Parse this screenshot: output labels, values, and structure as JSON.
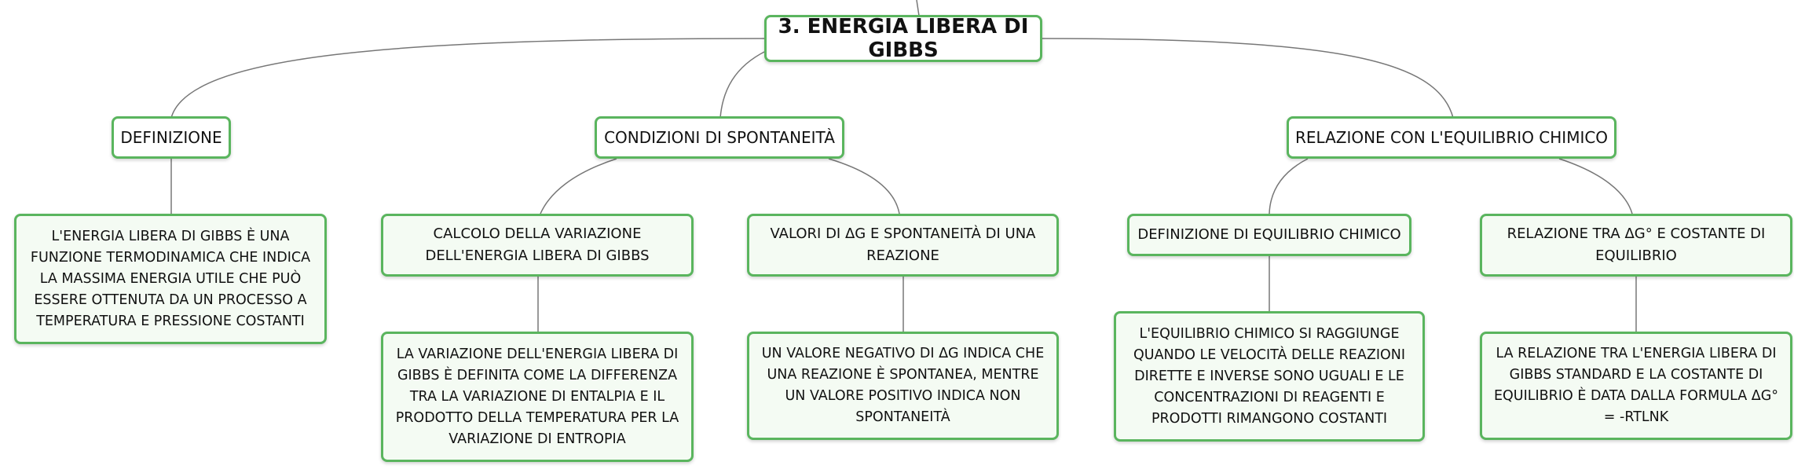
{
  "root": {
    "label": "3. ENERGIA LIBERA DI GIBBS"
  },
  "branches": {
    "definizione": {
      "label": "DEFINIZIONE",
      "leaf": "L'ENERGIA LIBERA DI GIBBS È UNA FUNZIONE TERMODINAMICA CHE INDICA LA MASSIMA ENERGIA UTILE CHE PUÒ ESSERE OTTENUTA DA UN PROCESSO A TEMPERATURA E PRESSIONE COSTANTI"
    },
    "spontaneita": {
      "label": "CONDIZIONI DI SPONTANEITÀ",
      "sub1": {
        "label": "CALCOLO DELLA VARIAZIONE DELL'ENERGIA LIBERA DI GIBBS",
        "leaf": "LA VARIAZIONE DELL'ENERGIA LIBERA DI GIBBS È DEFINITA COME LA DIFFERENZA TRA LA VARIAZIONE DI ENTALPIA E IL PRODOTTO DELLA TEMPERATURA PER LA VARIAZIONE DI ENTROPIA"
      },
      "sub2": {
        "label": "VALORI DI ΔG E SPONTANEITÀ DI UNA REAZIONE",
        "leaf": "UN VALORE NEGATIVO DI ΔG INDICA CHE UNA REAZIONE È SPONTANEA, MENTRE UN VALORE POSITIVO INDICA NON SPONTANEITÀ"
      }
    },
    "equilibrio": {
      "label": "RELAZIONE CON L'EQUILIBRIO CHIMICO",
      "sub1": {
        "label": "DEFINIZIONE DI EQUILIBRIO CHIMICO",
        "leaf": "L'EQUILIBRIO CHIMICO SI RAGGIUNGE QUANDO LE VELOCITÀ DELLE REAZIONI DIRETTE E INVERSE SONO UGUALI E LE CONCENTRAZIONI DI REAGENTI E PRODOTTI RIMANGONO COSTANTI"
      },
      "sub2": {
        "label": "RELAZIONE TRA ΔG° E COSTANTE DI EQUILIBRIO",
        "leaf": "LA RELAZIONE TRA L'ENERGIA LIBERA DI GIBBS STANDARD E LA COSTANTE DI EQUILIBRIO È DATA DALLA FORMULA ΔG° = -RTLNK"
      }
    }
  },
  "colors": {
    "border": "#5ab55e",
    "fill": "#f4fbf3",
    "line": "#777777"
  }
}
